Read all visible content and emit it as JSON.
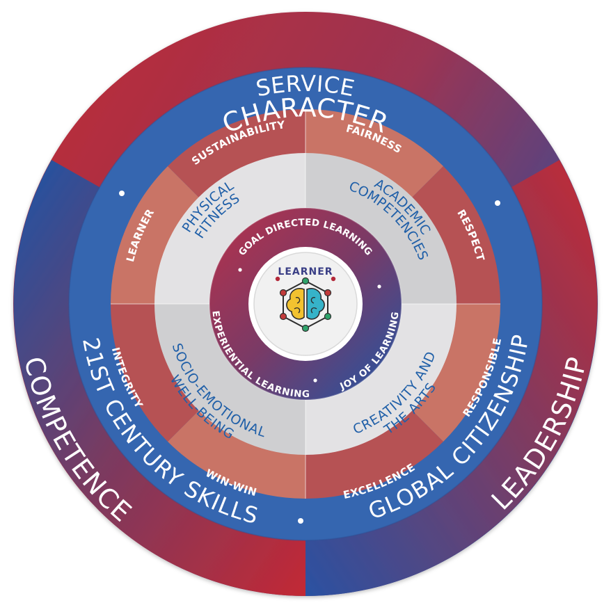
{
  "outer_ring": {
    "character": "CHARACTER",
    "competence": "COMPETENCE",
    "leadership": "LEADERSHIP"
  },
  "service_ring": {
    "service": "SERVICE",
    "skills": "21ST CENTURY SKILLS",
    "citizenship": "GLOBAL CITIZENSHIP"
  },
  "values_ring": {
    "sustainability": "SUSTAINABILITY",
    "fairness": "FAIRNESS",
    "respect": "RESPECT",
    "responsible": "RESPONSIBLE",
    "excellence": "EXCELLENCE",
    "win_win": "WIN-WIN",
    "integrity": "INTEGRITY",
    "learner": "LEARNER"
  },
  "focus_ring": {
    "physical_1": "PHYSICAL",
    "physical_2": "FITNESS",
    "academic_1": "ACADEMIC",
    "academic_2": "COMPETENCIES",
    "creativity_1": "CREATIVITY AND",
    "creativity_2": "THE ARTS",
    "socio_1": "SOCIO-EMOTIONAL",
    "socio_2": "WELL-BEING"
  },
  "approach_ring": {
    "goal": "GOAL DIRECTED LEARNING",
    "joy": "JOY OF LEARNING",
    "experiential": "EXPERIENTIAL LEARNING"
  },
  "center": {
    "label": "LEARNER",
    "icon": "brain-network-icon"
  },
  "colors": {
    "red": "#b3283a",
    "blue": "#2856a3",
    "service_blue": "#3566b0",
    "value_red": "#b65254",
    "value_light": "#c97466",
    "focus_grey": "#cfcfd1",
    "focus_light": "#e3e2e4",
    "text_blue": "#1f5fa8"
  }
}
